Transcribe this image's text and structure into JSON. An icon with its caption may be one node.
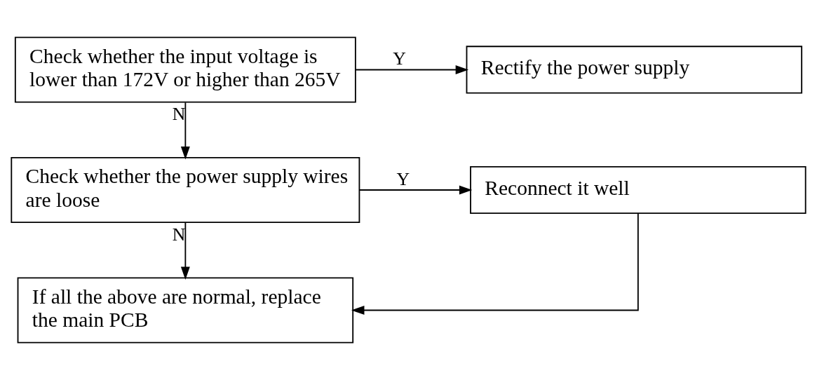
{
  "diagram": {
    "nodes": [
      {
        "text": [
          "Check whether the input voltage is lower than 172V or higher than 265V"
        ]
      },
      {
        "text": [
          "Rectify the power supply"
        ]
      },
      {
        "text": [
          "Check whether the power supply wires are loose"
        ]
      },
      {
        "text": [
          "Reconnect it well"
        ]
      },
      {
        "text": [
          "If all the above are normal, replace the main PCB"
        ]
      }
    ],
    "edges": [
      {
        "from": 0,
        "to": 1,
        "arrow": "to",
        "label": "Y"
      },
      {
        "from": 0,
        "to": 2,
        "arrow": "to",
        "label": "N"
      },
      {
        "from": 2,
        "to": 3,
        "arrow": "to",
        "label": "Y"
      },
      {
        "from": 2,
        "to": 4,
        "arrow": "to",
        "label": "N"
      },
      {
        "from": 3,
        "to": 4,
        "arrow": "to"
      }
    ]
  }
}
